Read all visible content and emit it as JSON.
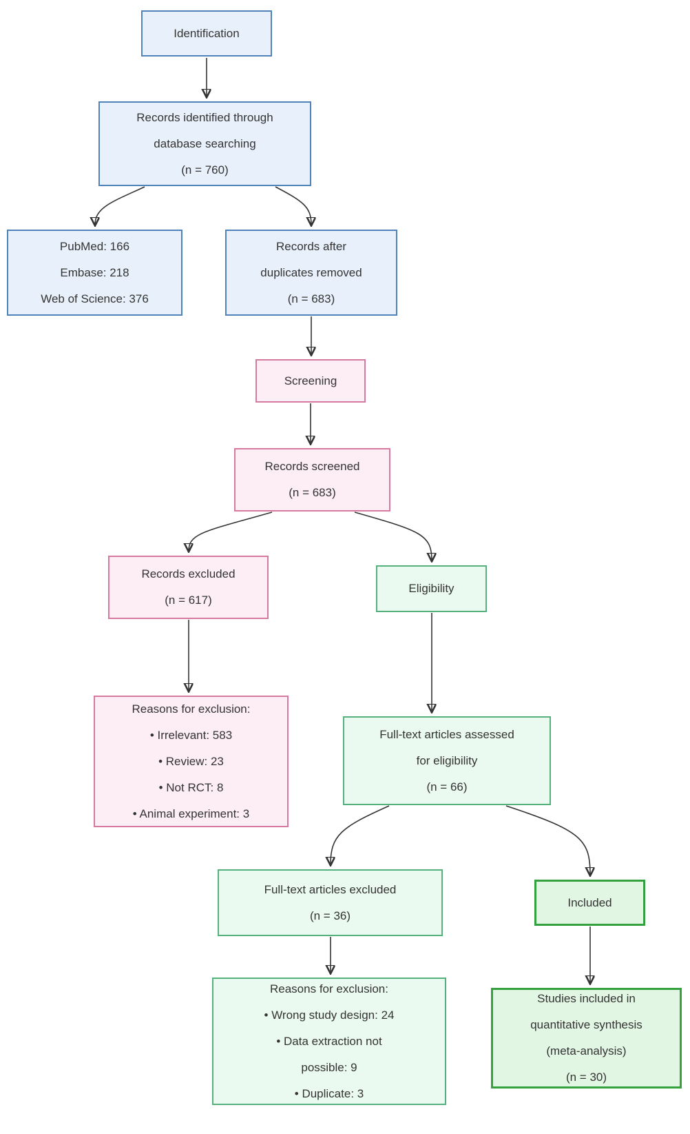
{
  "diagram": {
    "type": "prisma-flowchart",
    "stages": [
      "Identification",
      "Screening",
      "Eligibility",
      "Included"
    ]
  },
  "colors": {
    "blue_fill": "#e8f1fb",
    "blue_border": "#4e82b8",
    "pink_fill": "#fdeef5",
    "pink_border": "#d5799e",
    "green_light_fill": "#ebfaf0",
    "green_light_border": "#54b17c",
    "green_strong_fill": "#e2f6e4",
    "green_strong_border": "#33a23e",
    "arrow": "#333333",
    "text": "#333333"
  },
  "nodes": {
    "identification": {
      "style": "blue",
      "lines": [
        "Identification"
      ]
    },
    "records_identified": {
      "style": "blue",
      "lines": [
        "Records identified through",
        "database searching",
        "(n = 760)"
      ]
    },
    "databases": {
      "style": "blue",
      "lines": [
        "PubMed: 166",
        "Embase: 218",
        "Web of Science: 376"
      ]
    },
    "records_after_duplicates": {
      "style": "blue",
      "lines": [
        "Records after",
        "duplicates removed",
        "(n = 683)"
      ]
    },
    "screening": {
      "style": "pink",
      "lines": [
        "Screening"
      ]
    },
    "records_screened": {
      "style": "pink",
      "lines": [
        "Records screened",
        "(n = 683)"
      ]
    },
    "records_excluded": {
      "style": "pink",
      "lines": [
        "Records excluded",
        "(n = 617)"
      ]
    },
    "eligibility": {
      "style": "green-light",
      "lines": [
        "Eligibility"
      ]
    },
    "reasons_screening": {
      "style": "pink",
      "lines": [
        "Reasons for exclusion:",
        "• Irrelevant: 583",
        "• Review: 23",
        "• Not RCT: 8",
        "• Animal experiment: 3"
      ]
    },
    "fulltext_assessed": {
      "style": "green-light",
      "lines": [
        "Full-text articles assessed",
        "for eligibility",
        "(n = 66)"
      ]
    },
    "fulltext_excluded": {
      "style": "green-light",
      "lines": [
        "Full-text articles excluded",
        "(n = 36)"
      ]
    },
    "included": {
      "style": "green-strong",
      "lines": [
        "Included"
      ]
    },
    "reasons_fulltext": {
      "style": "green-light",
      "lines": [
        "Reasons for exclusion:",
        "• Wrong study design: 24",
        "• Data extraction not",
        "possible: 9",
        "• Duplicate: 3"
      ]
    },
    "studies_included": {
      "style": "green-strong",
      "lines": [
        "Studies included in",
        "quantitative synthesis",
        "(meta-analysis)",
        "(n = 30)"
      ]
    }
  }
}
